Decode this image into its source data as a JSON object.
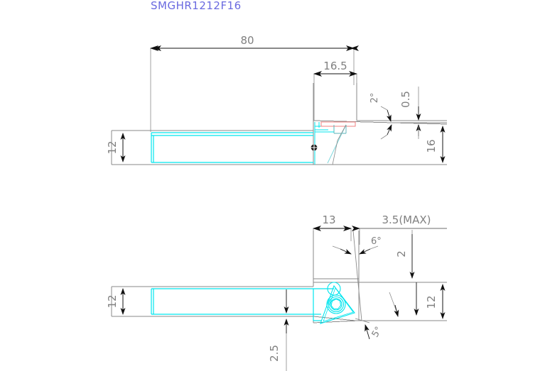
{
  "drawing": {
    "title": "SMGHR1212F16",
    "title_color": "#6a6ae0",
    "dim_color": "#808080",
    "outline_color": "#808080",
    "body_color": "#00e5ee",
    "insert_color": "#00e5ee",
    "accent_color": "#f08080",
    "views": [
      {
        "name": "side-view",
        "position": "top"
      },
      {
        "name": "top-view",
        "position": "bottom"
      }
    ]
  },
  "dimensions": {
    "overall_length": "80",
    "head_length": "16.5",
    "shank_height_side": "12",
    "head_height": "16",
    "lead_offset": "0.5",
    "side_clearance_angle": "2°",
    "insert_length": "13",
    "max_overhang": "3.5(MAX)",
    "rake_angle": "6°",
    "cut_depth": "2",
    "shank_width_top": "12",
    "head_width": "12",
    "end_clearance_angle": "5°",
    "offset_bottom": "2.5"
  }
}
